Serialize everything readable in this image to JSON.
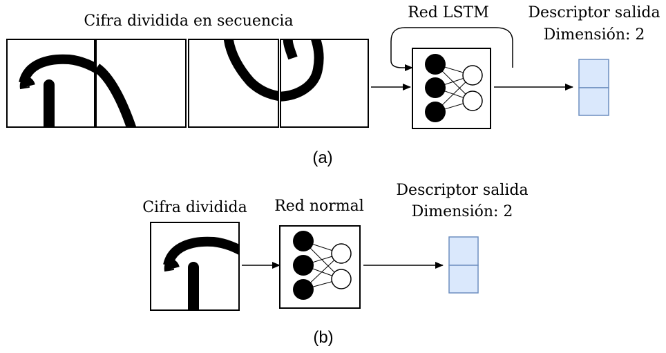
{
  "panel_a": {
    "sequence_label": "Cifra dividida en secuencia",
    "network_label": "Red LSTM",
    "descriptor_label_1": "Descriptor salida",
    "descriptor_label_2": "Dimensión: 2",
    "caption": "(a)"
  },
  "panel_b": {
    "input_label": "Cifra dividida",
    "network_label": "Red normal",
    "descriptor_label_1": "Descriptor salida",
    "descriptor_label_2": "Dimensión: 2",
    "caption": "(b)"
  },
  "colors": {
    "descriptor_fill": "#dae8fc",
    "descriptor_stroke": "#6c8ebf",
    "ink": "#000000"
  }
}
